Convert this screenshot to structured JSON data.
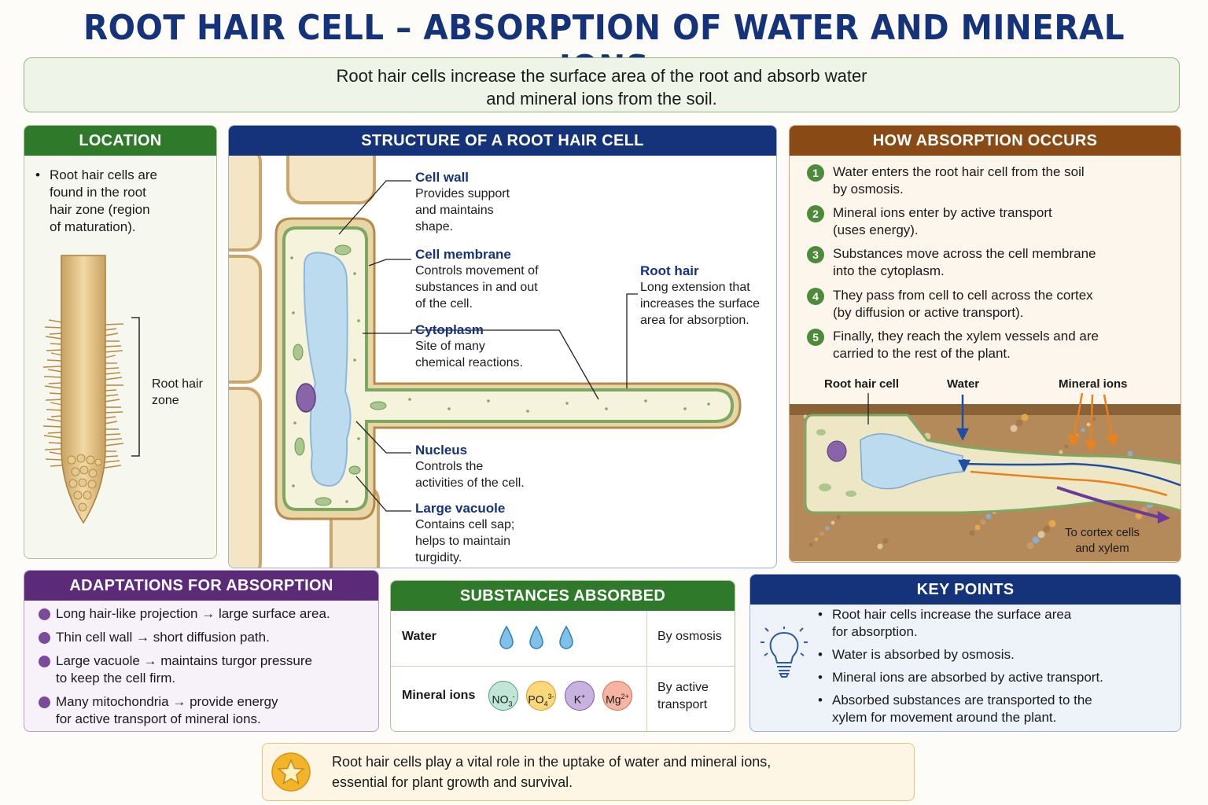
{
  "title": "ROOT HAIR CELL – ABSORPTION OF WATER AND MINERAL IONS",
  "intro": {
    "line1": "Root hair cells increase the surface area of the root and absorb water",
    "line2": "and mineral ions from the soil."
  },
  "location": {
    "heading": "LOCATION",
    "bullet": "Root hair cells are found in the root hair zone (region of maturation).",
    "bullet_lines": [
      "Root hair cells are",
      "found in the root",
      "hair zone (region",
      "of maturation)."
    ],
    "zone_label_1": "Root hair",
    "zone_label_2": "zone"
  },
  "structure": {
    "heading": "STRUCTURE OF A ROOT HAIR CELL",
    "labels": [
      {
        "name": "Cell wall",
        "lines": [
          "Provides support",
          "and maintains",
          "shape."
        ]
      },
      {
        "name": "Cell membrane",
        "lines": [
          "Controls movement of",
          "substances in and out",
          "of the cell."
        ]
      },
      {
        "name": "Cytoplasm",
        "lines": [
          "Site of many",
          "chemical reactions."
        ]
      },
      {
        "name": "Nucleus",
        "lines": [
          "Controls the",
          "activities of the cell."
        ]
      },
      {
        "name": "Large vacuole",
        "lines": [
          "Contains cell sap;",
          "helps to maintain",
          "turgidity."
        ]
      },
      {
        "name": "Root hair",
        "lines": [
          "Long extension that",
          "increases the surface",
          "area for absorption."
        ]
      }
    ]
  },
  "how": {
    "heading": "HOW ABSORPTION OCCURS",
    "steps": [
      {
        "n": "1",
        "lines": [
          "Water enters the root hair cell from the soil",
          "by osmosis."
        ]
      },
      {
        "n": "2",
        "lines": [
          "Mineral ions enter by active transport",
          "(uses energy)."
        ]
      },
      {
        "n": "3",
        "lines": [
          "Substances move across the cell membrane",
          "into the cytoplasm."
        ]
      },
      {
        "n": "4",
        "lines": [
          "They pass from cell to cell across the cortex",
          "(by diffusion or active transport)."
        ]
      },
      {
        "n": "5",
        "lines": [
          "Finally, they reach the xylem vessels and are",
          "carried to the rest of the plant."
        ]
      }
    ],
    "diagram_labels": {
      "root_hair_cell": "Root hair cell",
      "water": "Water",
      "mineral_ions": "Mineral ions",
      "to_cortex_1": "To cortex cells",
      "to_cortex_2": "and xylem"
    }
  },
  "adaptations": {
    "heading": "ADAPTATIONS FOR ABSORPTION",
    "items": [
      {
        "lines": [
          "Long hair-like projection → large surface area."
        ]
      },
      {
        "lines": [
          "Thin cell wall → short diffusion path."
        ]
      },
      {
        "lines": [
          "Large vacuole → maintains turgor pressure",
          "to keep the cell firm."
        ]
      },
      {
        "lines": [
          "Many mitochondria → provide energy",
          "for active transport of mineral ions."
        ]
      }
    ]
  },
  "substances": {
    "heading": "SUBSTANCES ABSORBED",
    "rows": [
      {
        "name": "Water",
        "method_lines": [
          "By osmosis"
        ]
      },
      {
        "name": "Mineral ions",
        "method_lines": [
          "By active",
          "transport"
        ]
      }
    ],
    "ions": [
      {
        "base": "NO",
        "sub": "3",
        "sup": "-",
        "color": "#9fd8c4"
      },
      {
        "base": "PO",
        "sub": "4",
        "sup": "3-",
        "color": "#f6cf6a"
      },
      {
        "base": "K",
        "sub": "",
        "sup": "+",
        "color": "#b9a2d6"
      },
      {
        "base": "Mg",
        "sub": "",
        "sup": "2+",
        "color": "#f2a08a"
      }
    ]
  },
  "key_points": {
    "heading": "KEY POINTS",
    "items": [
      {
        "lines": [
          "Root hair cells increase the surface area",
          "for absorption."
        ]
      },
      {
        "lines": [
          "Water is absorbed by osmosis."
        ]
      },
      {
        "lines": [
          "Mineral ions are absorbed by active transport."
        ]
      },
      {
        "lines": [
          "Absorbed substances are transported to the",
          "xylem for movement around the plant."
        ]
      }
    ]
  },
  "footer": {
    "line1": "Root hair cells play a vital role in the uptake of water and mineral ions,",
    "line2": "essential for plant growth and survival."
  },
  "colors": {
    "title": "#14337a",
    "location_header": "#2f7a2a",
    "structure_header": "#14337a",
    "how_header": "#8a4a15",
    "adaptations_header": "#5b2b7a",
    "substances_header": "#2f7a2a",
    "key_points_header": "#14337a"
  },
  "icons": [
    "lightbulb-icon",
    "star-icon",
    "water-drop-icon"
  ]
}
